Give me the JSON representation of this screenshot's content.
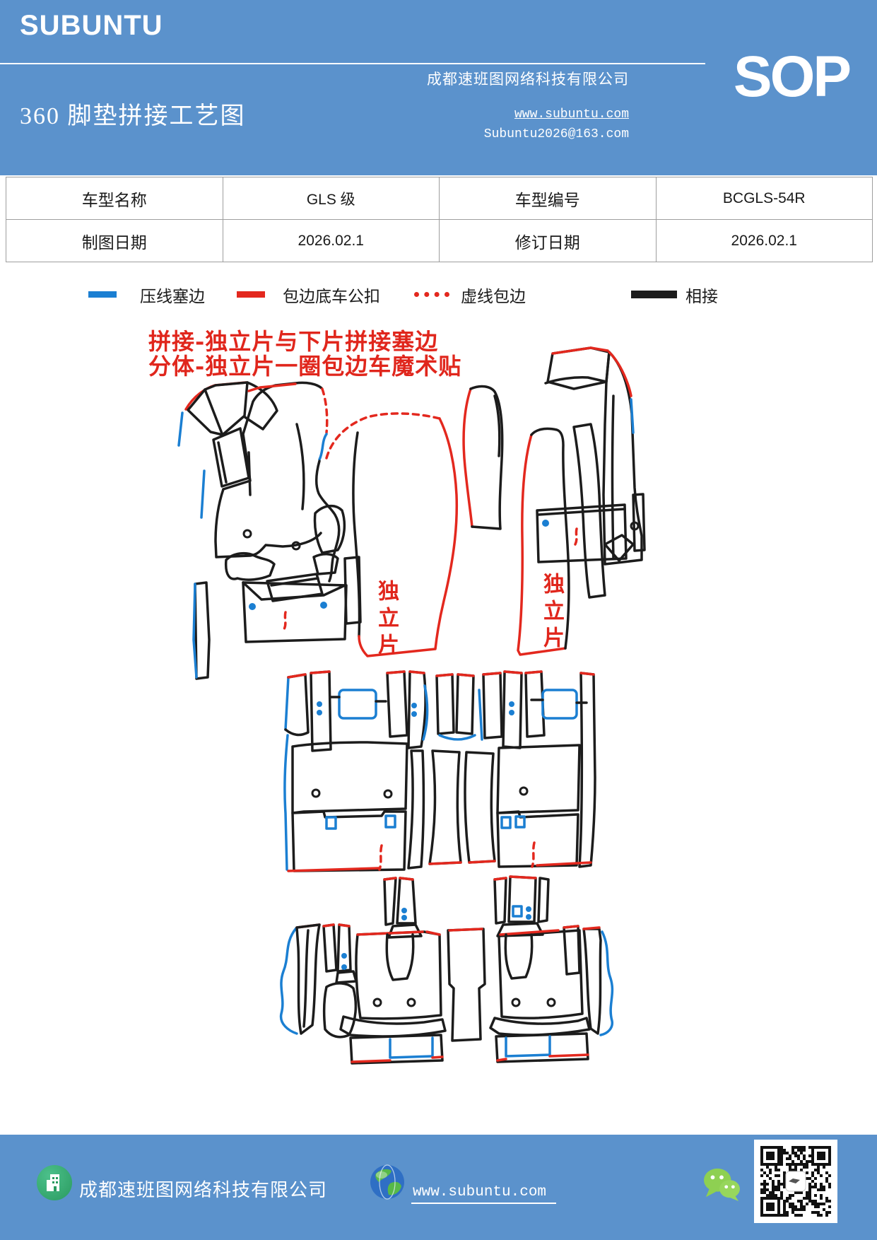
{
  "header": {
    "brand": "SUBUNTU",
    "title": "360 脚垫拼接工艺图",
    "company": "成都速班图网络科技有限公司",
    "website": "www.subuntu.com",
    "email": "Subuntu2026@163.com",
    "sop_label": "SOP"
  },
  "info_table": {
    "rows": [
      {
        "label1": "车型名称",
        "value1": "GLS 级",
        "label2": "车型编号",
        "value2": "BCGLS-54R"
      },
      {
        "label1": "制图日期",
        "value1": "2026.02.1",
        "label2": "修订日期",
        "value2": "2026.02.1"
      }
    ]
  },
  "legend": {
    "items": [
      {
        "name": "blue-solid-line",
        "label": "压线塞边",
        "color": "#1b7fd2",
        "style": "solid"
      },
      {
        "name": "red-solid-line",
        "label": "包边底车公扣",
        "color": "#e3281e",
        "style": "solid"
      },
      {
        "name": "red-dotted-line",
        "label": "虚线包边",
        "color": "#e3281e",
        "style": "dotted"
      },
      {
        "name": "black-solid-line",
        "label": "相接",
        "color": "#1c1c1c",
        "style": "solid"
      }
    ]
  },
  "annotations": {
    "line1": "拼接-独立片与下片拼接塞边",
    "line2": "分体-独立片一圈包边车魔术贴"
  },
  "diagram": {
    "independent_piece_label_left": "独立片",
    "independent_piece_label_right": "独立片",
    "line_colors": {
      "seam_blue": "#1b7fd2",
      "edge_red": "#e3281e",
      "join_black": "#1c1c1c"
    }
  },
  "footer": {
    "company": "成都速班图网络科技有限公司",
    "website": "www.subuntu.com",
    "icons": [
      "building-icon",
      "globe-icon",
      "wechat-icon",
      "qr-code"
    ]
  },
  "colors": {
    "header_blue": "#5b92cc",
    "footer_blue": "#5b92cc",
    "wechat_green": "#8ed052",
    "footer_badge_green": "#2a9a5f"
  }
}
